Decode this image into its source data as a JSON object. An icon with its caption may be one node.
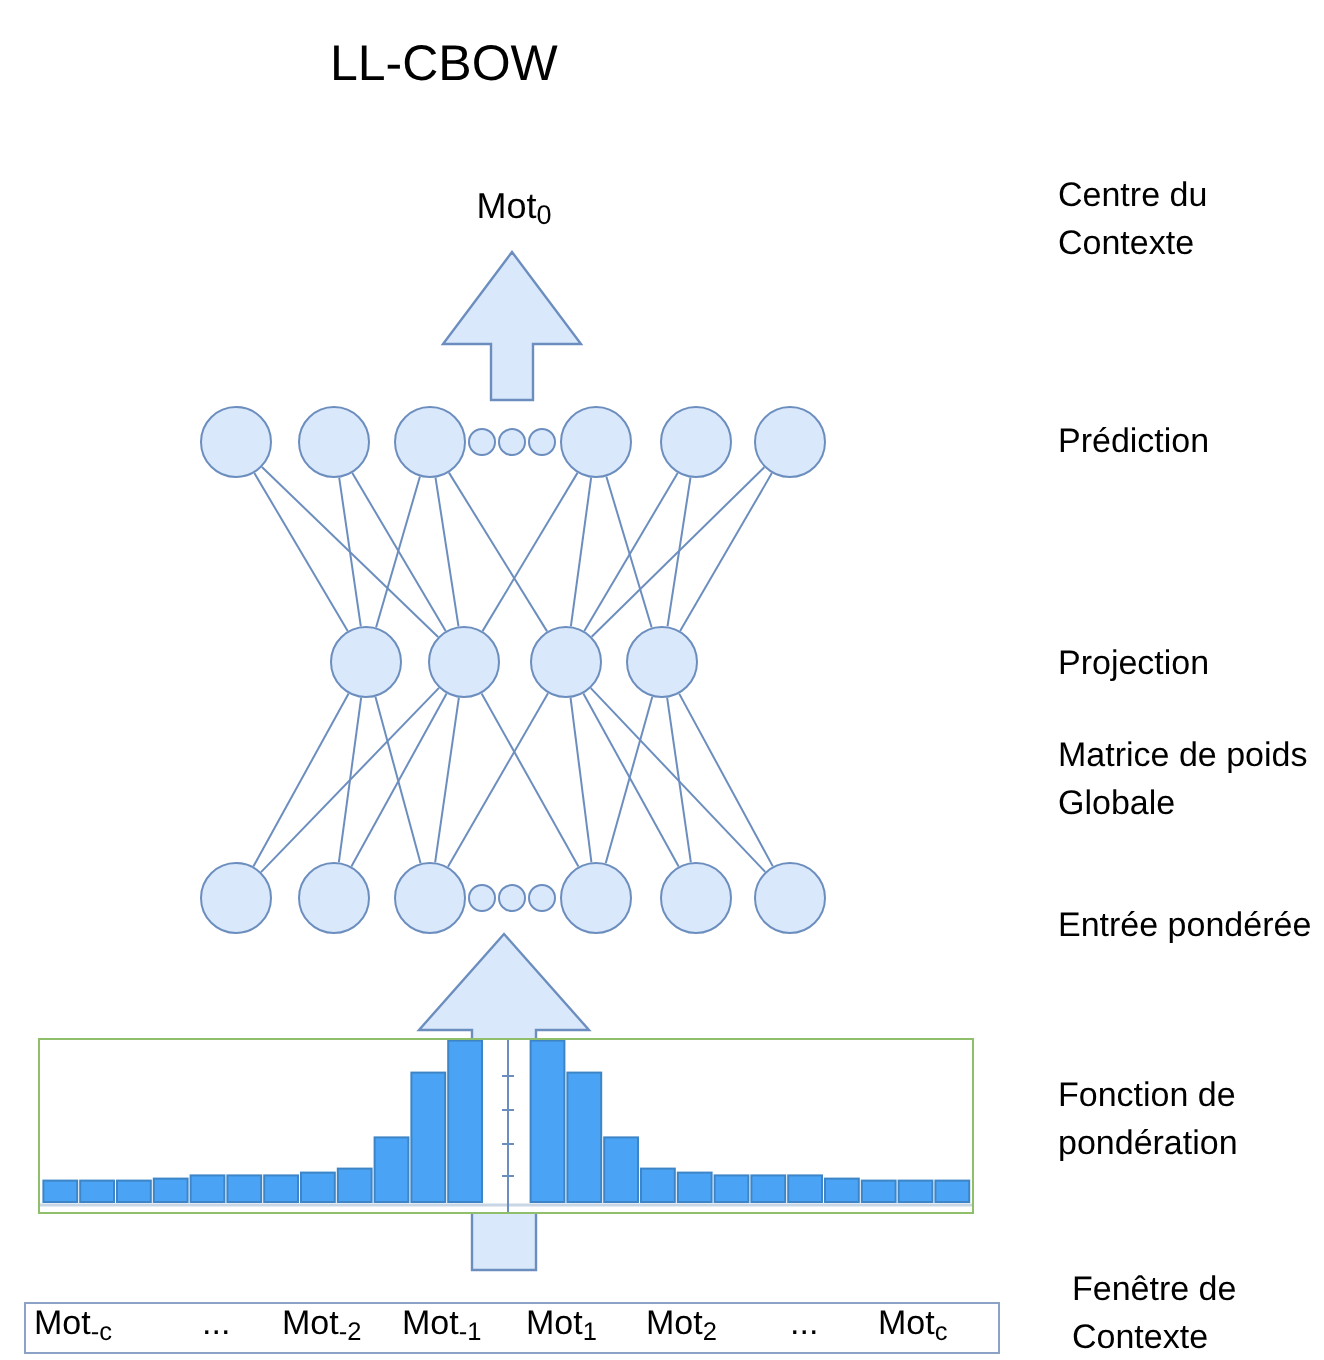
{
  "diagram": {
    "title": "LL-CBOW",
    "nodes": [
      {
        "text": [
          "Mot$_{0}$"
        ]
      },
      {
        "text": [],
        "shape": "circle"
      },
      {
        "text": [],
        "shape": "circle"
      },
      {
        "text": [],
        "shape": "circle"
      },
      {
        "text": [],
        "shape": "circle"
      },
      {
        "text": [],
        "shape": "circle"
      },
      {
        "text": [],
        "shape": "circle"
      },
      {
        "text": [],
        "shape": "circle"
      },
      {
        "text": [],
        "shape": "circle"
      },
      {
        "text": [],
        "shape": "circle"
      },
      {
        "text": [],
        "shape": "circle"
      },
      {
        "text": [],
        "shape": "circle"
      },
      {
        "text": [],
        "shape": "circle"
      },
      {
        "text": [],
        "shape": "circle"
      },
      {
        "text": [],
        "shape": "circle"
      },
      {
        "text": [],
        "shape": "circle"
      },
      {
        "text": [],
        "shape": "circle"
      },
      {
        "text": [],
        "shape": "circle"
      },
      {
        "text": [],
        "shape": "circle"
      },
      {
        "text": [],
        "shape": "circle"
      },
      {
        "text": [],
        "shape": "circle"
      },
      {
        "text": [],
        "shape": "circle"
      },
      {
        "text": [],
        "shape": "circle"
      },
      {
        "text": [],
        "shape": "box"
      },
      {
        "text": [
          "Mot$_{-c}$",
          "...",
          "Mot$_{-2}$",
          "Mot$_{-1}$",
          "Mot$_{1}$",
          "Mot$_{2}$",
          "...",
          "Mot$_{c}$"
        ]
      }
    ],
    "edges": [
      {
        "from": null,
        "to": 0,
        "arrow": "to",
        "style": "thick"
      },
      {
        "from": 1,
        "to": 10,
        "arrow": "none"
      },
      {
        "from": 1,
        "to": 11,
        "arrow": "none"
      },
      {
        "from": 2,
        "to": 10,
        "arrow": "none"
      },
      {
        "from": 2,
        "to": 11,
        "arrow": "none"
      },
      {
        "from": 3,
        "to": 10,
        "arrow": "none"
      },
      {
        "from": 3,
        "to": 11,
        "arrow": "none"
      },
      {
        "from": 3,
        "to": 12,
        "arrow": "none"
      },
      {
        "from": 7,
        "to": 11,
        "arrow": "none"
      },
      {
        "from": 7,
        "to": 12,
        "arrow": "none"
      },
      {
        "from": 7,
        "to": 13,
        "arrow": "none"
      },
      {
        "from": 8,
        "to": 12,
        "arrow": "none"
      },
      {
        "from": 8,
        "to": 13,
        "arrow": "none"
      },
      {
        "from": 9,
        "to": 12,
        "arrow": "none"
      },
      {
        "from": 9,
        "to": 13,
        "arrow": "none"
      },
      {
        "from": 10,
        "to": 14,
        "arrow": "none"
      },
      {
        "from": 10,
        "to": 15,
        "arrow": "none"
      },
      {
        "from": 10,
        "to": 16,
        "arrow": "none"
      },
      {
        "from": 11,
        "to": 14,
        "arrow": "none"
      },
      {
        "from": 11,
        "to": 15,
        "arrow": "none"
      },
      {
        "from": 11,
        "to": 16,
        "arrow": "none"
      },
      {
        "from": 11,
        "to": 20,
        "arrow": "none"
      },
      {
        "from": 12,
        "to": 16,
        "arrow": "none"
      },
      {
        "from": 12,
        "to": 20,
        "arrow": "none"
      },
      {
        "from": 12,
        "to": 21,
        "arrow": "none"
      },
      {
        "from": 12,
        "to": 22,
        "arrow": "none"
      },
      {
        "from": 13,
        "to": 20,
        "arrow": "none"
      },
      {
        "from": 13,
        "to": 21,
        "arrow": "none"
      },
      {
        "from": 13,
        "to": 22,
        "arrow": "none"
      },
      {
        "from": 24,
        "to": null,
        "arrow": "to",
        "style": "thick"
      }
    ],
    "labels": [
      "Centre du Contexte",
      "Prédiction",
      "Projection",
      "Matrice de poids Globale",
      "Entrée pondérée",
      "Fonction de pondération",
      "Fenêtre de Contexte"
    ]
  }
}
